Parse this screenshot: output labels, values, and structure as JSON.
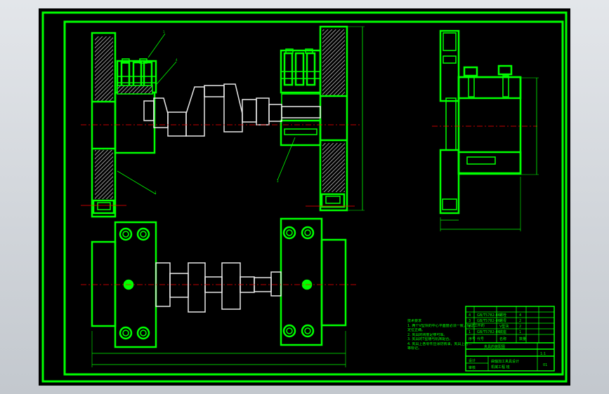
{
  "drawing": {
    "colors": {
      "line": "#00ff00",
      "center": "#ff0000",
      "background": "#000000",
      "hatch": "#808080"
    },
    "balloons": [
      "1",
      "4",
      "1",
      "3"
    ],
    "technical_requirements": {
      "heading": "技术要求",
      "lines": [
        "1. 两个V型块的中心平面度必须一致，保证工件的",
        "   定位正确。",
        "2. 夹具的刚度足够可靠。",
        "3. 夹具的T型槽与机床配合。",
        "4. 夹具上各零件应涂防锈油，夹具上的...",
        "   等标记。"
      ]
    },
    "title_block": {
      "drawing_title": "夹具的装配图",
      "parts": [
        {
          "no": "4",
          "code": "GB/T5782-86",
          "name": "螺栓",
          "qty": "4"
        },
        {
          "no": "3",
          "code": "GB/T5782-86",
          "name": "螺母",
          "qty": "2"
        },
        {
          "no": "2",
          "code": "",
          "name": "V型块",
          "qty": "2"
        },
        {
          "no": "1",
          "code": "GB/T5782-86",
          "name": "底座",
          "qty": "1"
        }
      ],
      "header": {
        "no": "序号",
        "code": "代号",
        "name": "名称",
        "qty": "数量"
      },
      "school_line1": "曲轴加工夹具设计",
      "school_line2": "机械工程 班",
      "scale": "1:1",
      "sheet": "01",
      "signer1": "设计",
      "signer2": "审核"
    }
  }
}
